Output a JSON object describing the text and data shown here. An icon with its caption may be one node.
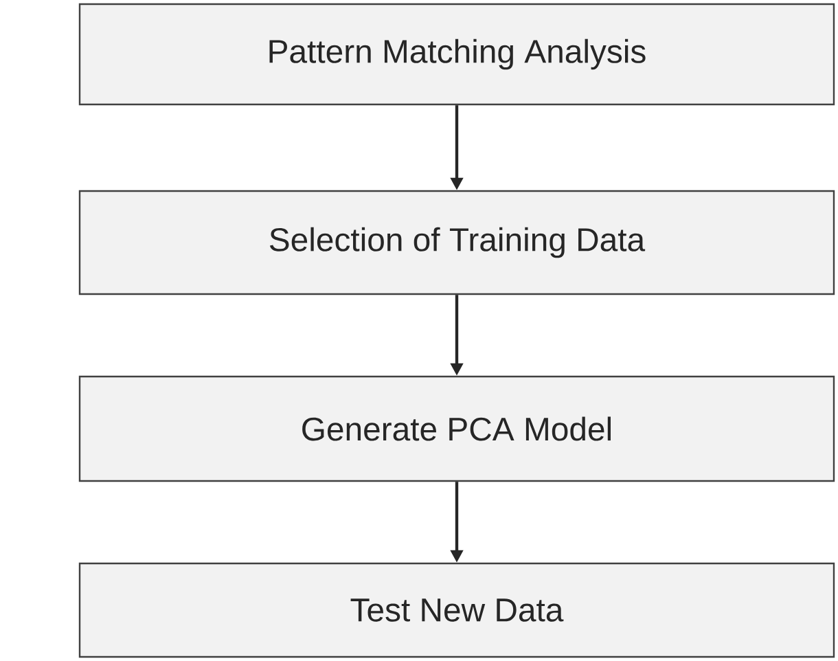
{
  "diagram": {
    "nodes": [
      {
        "text": [
          "Pattern Matching Analysis"
        ]
      },
      {
        "text": [
          "Selection of Training Data"
        ]
      },
      {
        "text": [
          "Generate PCA Model"
        ]
      },
      {
        "text": [
          "Test New Data"
        ]
      }
    ],
    "edges": [
      {
        "from": 0,
        "to": 1,
        "arrow": "to"
      },
      {
        "from": 1,
        "to": 2,
        "arrow": "to"
      },
      {
        "from": 2,
        "to": 3,
        "arrow": "to"
      }
    ]
  }
}
